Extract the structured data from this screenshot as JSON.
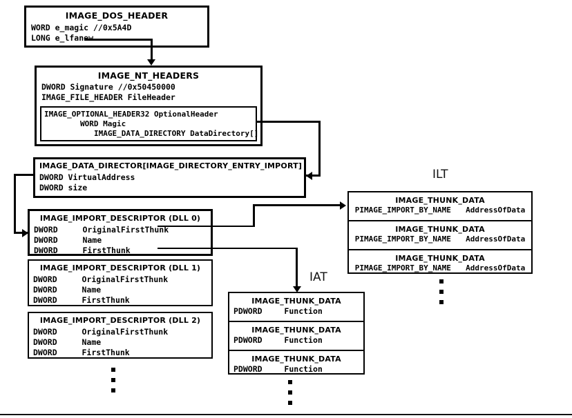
{
  "diagram": {
    "dos_header": {
      "title": "IMAGE_DOS_HEADER",
      "rows": [
        "WORD e_magic //0x5A4D",
        "LONG e_lfanew"
      ]
    },
    "nt_headers": {
      "title": "IMAGE_NT_HEADERS",
      "rows": [
        "DWORD Signature //0x50450000",
        "IMAGE_FILE_HEADER FileHeader"
      ],
      "optional_header": {
        "rows": [
          "IMAGE_OPTIONAL_HEADER32 OptionalHeader",
          "WORD Magic",
          "IMAGE_DATA_DIRECTORY DataDirectory[]"
        ]
      }
    },
    "data_directory": {
      "title": "IMAGE_DATA_DIRECTOR[IMAGE_DIRECTORY_ENTRY_IMPORT]",
      "rows": [
        "DWORD VirtualAddress",
        "DWORD size"
      ]
    },
    "import_descriptors": [
      {
        "title": "IMAGE_IMPORT_DESCRIPTOR (DLL 0)",
        "fields": [
          {
            "type": "DWORD",
            "name": "OriginalFirstThunk"
          },
          {
            "type": "DWORD",
            "name": "Name"
          },
          {
            "type": "DWORD",
            "name": "FirstThunk"
          }
        ]
      },
      {
        "title": "IMAGE_IMPORT_DESCRIPTOR (DLL 1)",
        "fields": [
          {
            "type": "DWORD",
            "name": "OriginalFirstThunk"
          },
          {
            "type": "DWORD",
            "name": "Name"
          },
          {
            "type": "DWORD",
            "name": "FirstThunk"
          }
        ]
      },
      {
        "title": "IMAGE_IMPORT_DESCRIPTOR (DLL 2)",
        "fields": [
          {
            "type": "DWORD",
            "name": "OriginalFirstThunk"
          },
          {
            "type": "DWORD",
            "name": "Name"
          },
          {
            "type": "DWORD",
            "name": "FirstThunk"
          }
        ]
      }
    ],
    "ilt": {
      "label": "ILT",
      "entries": [
        {
          "title": "IMAGE_THUNK_DATA",
          "type": "PIMAGE_IMPORT_BY_NAME",
          "member": "AddressOfData"
        },
        {
          "title": "IMAGE_THUNK_DATA",
          "type": "PIMAGE_IMPORT_BY_NAME",
          "member": "AddressOfData"
        },
        {
          "title": "IMAGE_THUNK_DATA",
          "type": "PIMAGE_IMPORT_BY_NAME",
          "member": "AddressOfData"
        }
      ]
    },
    "iat": {
      "label": "IAT",
      "entries": [
        {
          "title": "IMAGE_THUNK_DATA",
          "type": "PDWORD",
          "member": "Function"
        },
        {
          "title": "IMAGE_THUNK_DATA",
          "type": "PDWORD",
          "member": "Function"
        },
        {
          "title": "IMAGE_THUNK_DATA",
          "type": "PDWORD",
          "member": "Function"
        }
      ]
    },
    "colors": {
      "ink": "#000000",
      "paper": "#ffffff"
    }
  }
}
